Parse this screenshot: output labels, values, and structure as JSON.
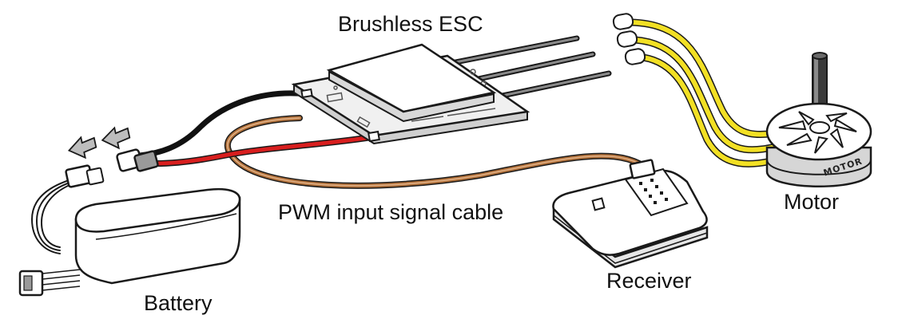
{
  "labels": {
    "esc": "Brushless ESC",
    "motor": "Motor",
    "signal_cable": "PWM input signal cable",
    "receiver": "Receiver",
    "battery": "Battery",
    "motor_marking": "MOTOR"
  },
  "colors": {
    "outline": "#1a1a1a",
    "board": "#f3f3f3",
    "board_dark": "#dcdcdc",
    "power_red": "#d81e1e",
    "power_black": "#111111",
    "signal_brown": "#b0703a",
    "signal_light": "#e4b48a",
    "motor_wire_yellow": "#f2e024",
    "connector_gray": "#9a9a9a",
    "arrow_gray": "#bdbdbd"
  },
  "icons": {
    "connect_arrows": "double-left-arrow-icon"
  }
}
